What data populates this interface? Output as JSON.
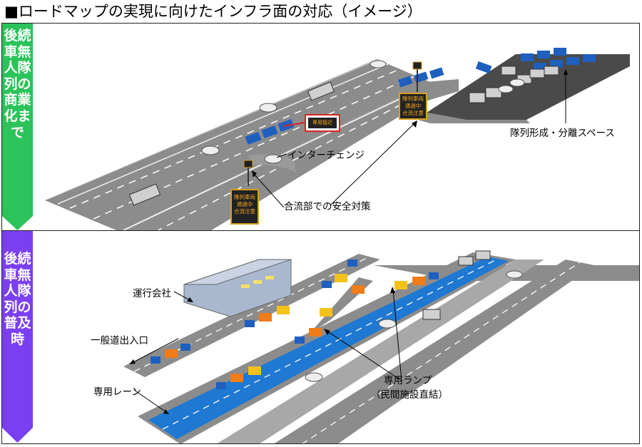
{
  "title": "■ロードマップの実現に向けたインフラ面の対応（イメージ）",
  "colors": {
    "green_bar": "#2bc35a",
    "purple_bar": "#7b3ff2",
    "road": "#8c8c8c",
    "dedicated_lane": "#1f78d1",
    "truck_blue": "#1f5fbf",
    "truck_orange": "#f07c1a",
    "truck_yellow": "#f3c21a",
    "sign_border": "#d4a020"
  },
  "panel1": {
    "sidebar_text": "後続車無人隊列の商業化まで",
    "labels": {
      "interchange": "インターチェンジ",
      "formation_space": "隊列形成・分離スペース",
      "merge_safety": "合流部での安全対策"
    },
    "signs": {
      "sign_a": "隊列車両\n通過中\n合流注意",
      "sign_b": "隊列車両\n通過中\n合流注意",
      "red_sign": "専用接近"
    }
  },
  "panel2": {
    "sidebar_text": "後続車無人隊列の普及時",
    "labels": {
      "operator": "運行会社",
      "general_entrance": "一般道出入口",
      "dedicated_lane": "専用レーン",
      "dedicated_ramp": "専用ランプ",
      "direct_connection": "（民間施設直結）"
    }
  }
}
